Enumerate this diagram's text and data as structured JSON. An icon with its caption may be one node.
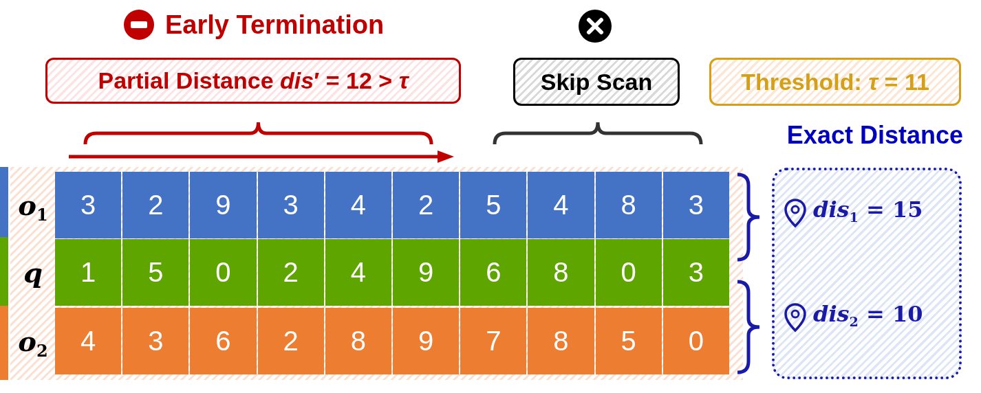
{
  "diagram": {
    "nodes": [
      {
        "text": [
          "Partial Distance *dis*′ = 12 > *τ*"
        ]
      },
      {
        "text": [
          "Skip Scan"
        ]
      },
      {
        "text": [
          "Threshold: *τ* = 11"
        ]
      },
      {
        "text": [
          "Exact Distance",
          "*dis*$_{1}$ = 15",
          "*dis*$_{2}$ = 10"
        ]
      }
    ],
    "labels": [
      "Early Termination",
      "*o*$_{1}$",
      "3",
      "2",
      "9",
      "3",
      "4",
      "2",
      "5",
      "4",
      "8",
      "3",
      "*q*",
      "1",
      "5",
      "0",
      "2",
      "4",
      "9",
      "6",
      "8",
      "0",
      "3",
      "*o*$_{2}$",
      "4",
      "3",
      "6",
      "2",
      "8",
      "9",
      "7",
      "8",
      "5",
      "0"
    ]
  }
}
